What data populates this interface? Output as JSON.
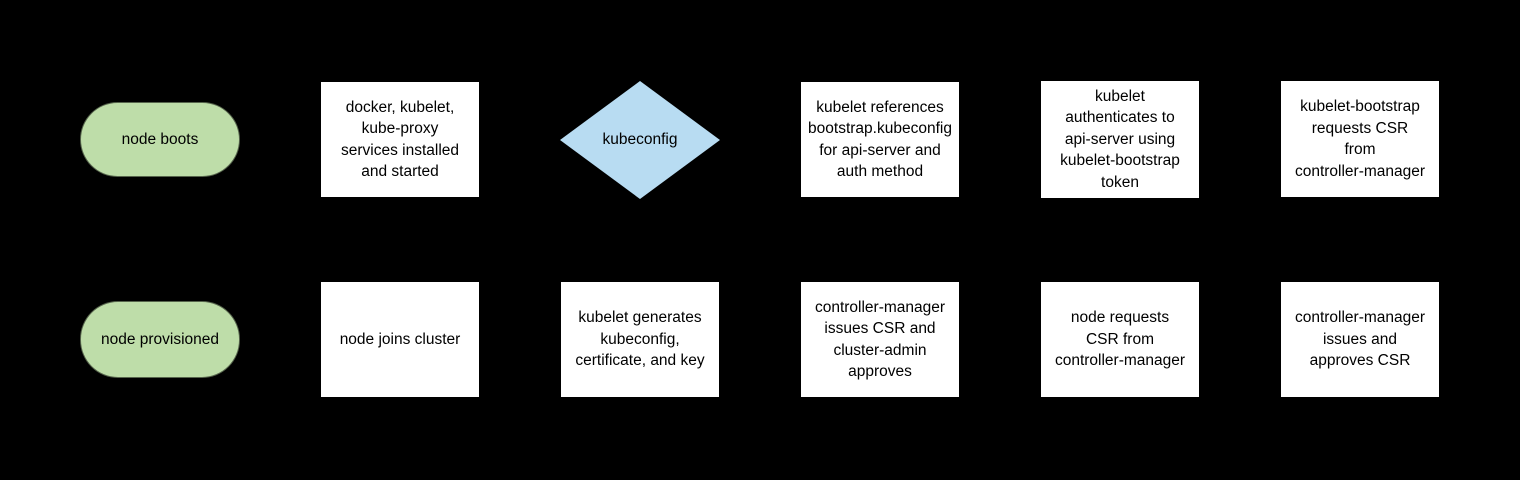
{
  "diagram": {
    "title": "kubernetes node bootstrap flowchart",
    "colors": {
      "canvas_bg": "#000000",
      "terminator_fill": "#bedda9",
      "decision_fill": "#b8dcf2",
      "process_fill": "#ffffff",
      "text": "#000000"
    },
    "nodes": [
      {
        "id": "node-boots",
        "type": "terminator",
        "label": "node boots"
      },
      {
        "id": "services-installed",
        "type": "process",
        "label": "docker, kubelet,\nkube-proxy\nservices installed\nand started"
      },
      {
        "id": "kubeconfig-decision",
        "type": "decision",
        "label": "kubeconfig"
      },
      {
        "id": "kubelet-references-bootstrap",
        "type": "process",
        "label": "kubelet references\nbootstrap.kubeconfig\nfor api-server and\nauth method"
      },
      {
        "id": "kubelet-authenticates",
        "type": "process",
        "label": "kubelet\nauthenticates to\napi-server using\nkubelet-bootstrap\ntoken"
      },
      {
        "id": "kubelet-bootstrap-requests-csr",
        "type": "process",
        "label": "kubelet-bootstrap\nrequests CSR\nfrom\ncontroller-manager"
      },
      {
        "id": "node-provisioned",
        "type": "terminator",
        "label": "node provisioned"
      },
      {
        "id": "node-joins-cluster",
        "type": "process",
        "label": "node joins cluster"
      },
      {
        "id": "kubelet-generates",
        "type": "process",
        "label": "kubelet generates\nkubeconfig,\ncertificate, and key"
      },
      {
        "id": "cm-issues-cluster-admin-approves",
        "type": "process",
        "label": "controller-manager\nissues CSR and\ncluster-admin\napproves"
      },
      {
        "id": "node-requests-csr",
        "type": "process",
        "label": "node requests\nCSR from\ncontroller-manager"
      },
      {
        "id": "cm-issues-and-approves",
        "type": "process",
        "label": "controller-manager\nissues and\napproves CSR"
      }
    ]
  }
}
